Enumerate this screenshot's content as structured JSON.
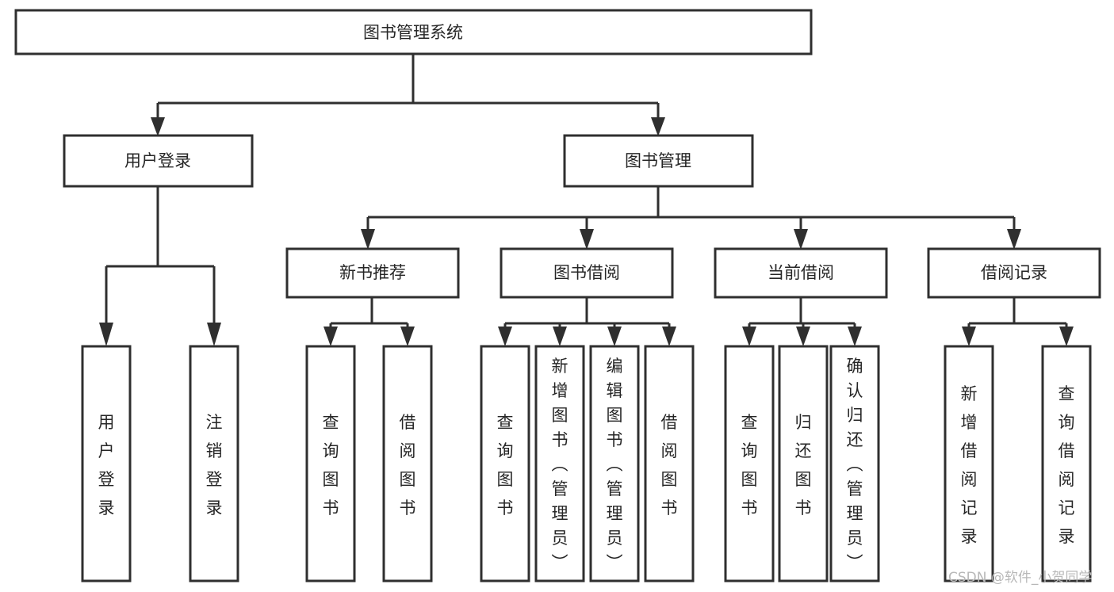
{
  "diagram": {
    "title": "图书管理系统",
    "type": "tree-hierarchy-diagram",
    "colors": {
      "background": "#ffffff",
      "box_fill": "#ffffff",
      "box_stroke": "#2f2f2f",
      "text": "#262626",
      "watermark": "#b8b8b8"
    },
    "root": {
      "label": "图书管理系统"
    },
    "level2": [
      {
        "label": "用户登录"
      },
      {
        "label": "图书管理"
      }
    ],
    "level3": [
      {
        "label": "新书推荐"
      },
      {
        "label": "图书借阅"
      },
      {
        "label": "当前借阅"
      },
      {
        "label": "借阅记录"
      }
    ],
    "leaves": {
      "user_login": [
        {
          "label": "用户登录"
        },
        {
          "label": "注销登录"
        }
      ],
      "new_book_recommend": [
        {
          "label": "查询图书"
        },
        {
          "label": "借阅图书"
        }
      ],
      "book_borrow": [
        {
          "label": "查询图书"
        },
        {
          "label": "新增图书（管理员）"
        },
        {
          "label": "编辑图书（管理员）"
        },
        {
          "label": "借阅图书"
        }
      ],
      "current_borrow": [
        {
          "label": "查询图书"
        },
        {
          "label": "归还图书"
        },
        {
          "label": "确认归还（管理员）"
        }
      ],
      "borrow_record": [
        {
          "label": "新增借阅记录"
        },
        {
          "label": "查询借阅记录"
        }
      ]
    },
    "watermark": "CSDN @软件_小贺同学"
  }
}
